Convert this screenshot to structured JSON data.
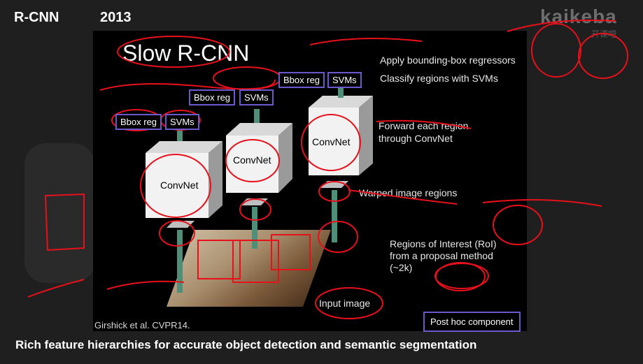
{
  "header": {
    "title": "R-CNN",
    "year": "2013",
    "logo": "kaikeba",
    "logo_sub": "开课吧"
  },
  "slide": {
    "title": "Slow R-CNN",
    "bbox_reg_label": "Bbox reg",
    "svms_label": "SVMs",
    "convnet_label": "ConvNet",
    "annotations": {
      "apply_bbox": "Apply bounding-box regressors",
      "classify": "Classify regions with SVMs",
      "forward_1": "Forward each region",
      "forward_2": "through ConvNet",
      "warped": "Warped image regions",
      "roi_1": "Regions of Interest (RoI)",
      "roi_2": "from a proposal method",
      "roi_3": "(~2k)",
      "input": "Input image"
    },
    "citation": "Girshick et al. CVPR14.",
    "post_hoc": "Post hoc component"
  },
  "footer": {
    "caption": "Rich feature hierarchies for accurate object detection and semantic segmentation"
  },
  "colors": {
    "ink": "#e8101a",
    "box_border": "#6a5acd",
    "arrow": "#4f8f7a"
  }
}
